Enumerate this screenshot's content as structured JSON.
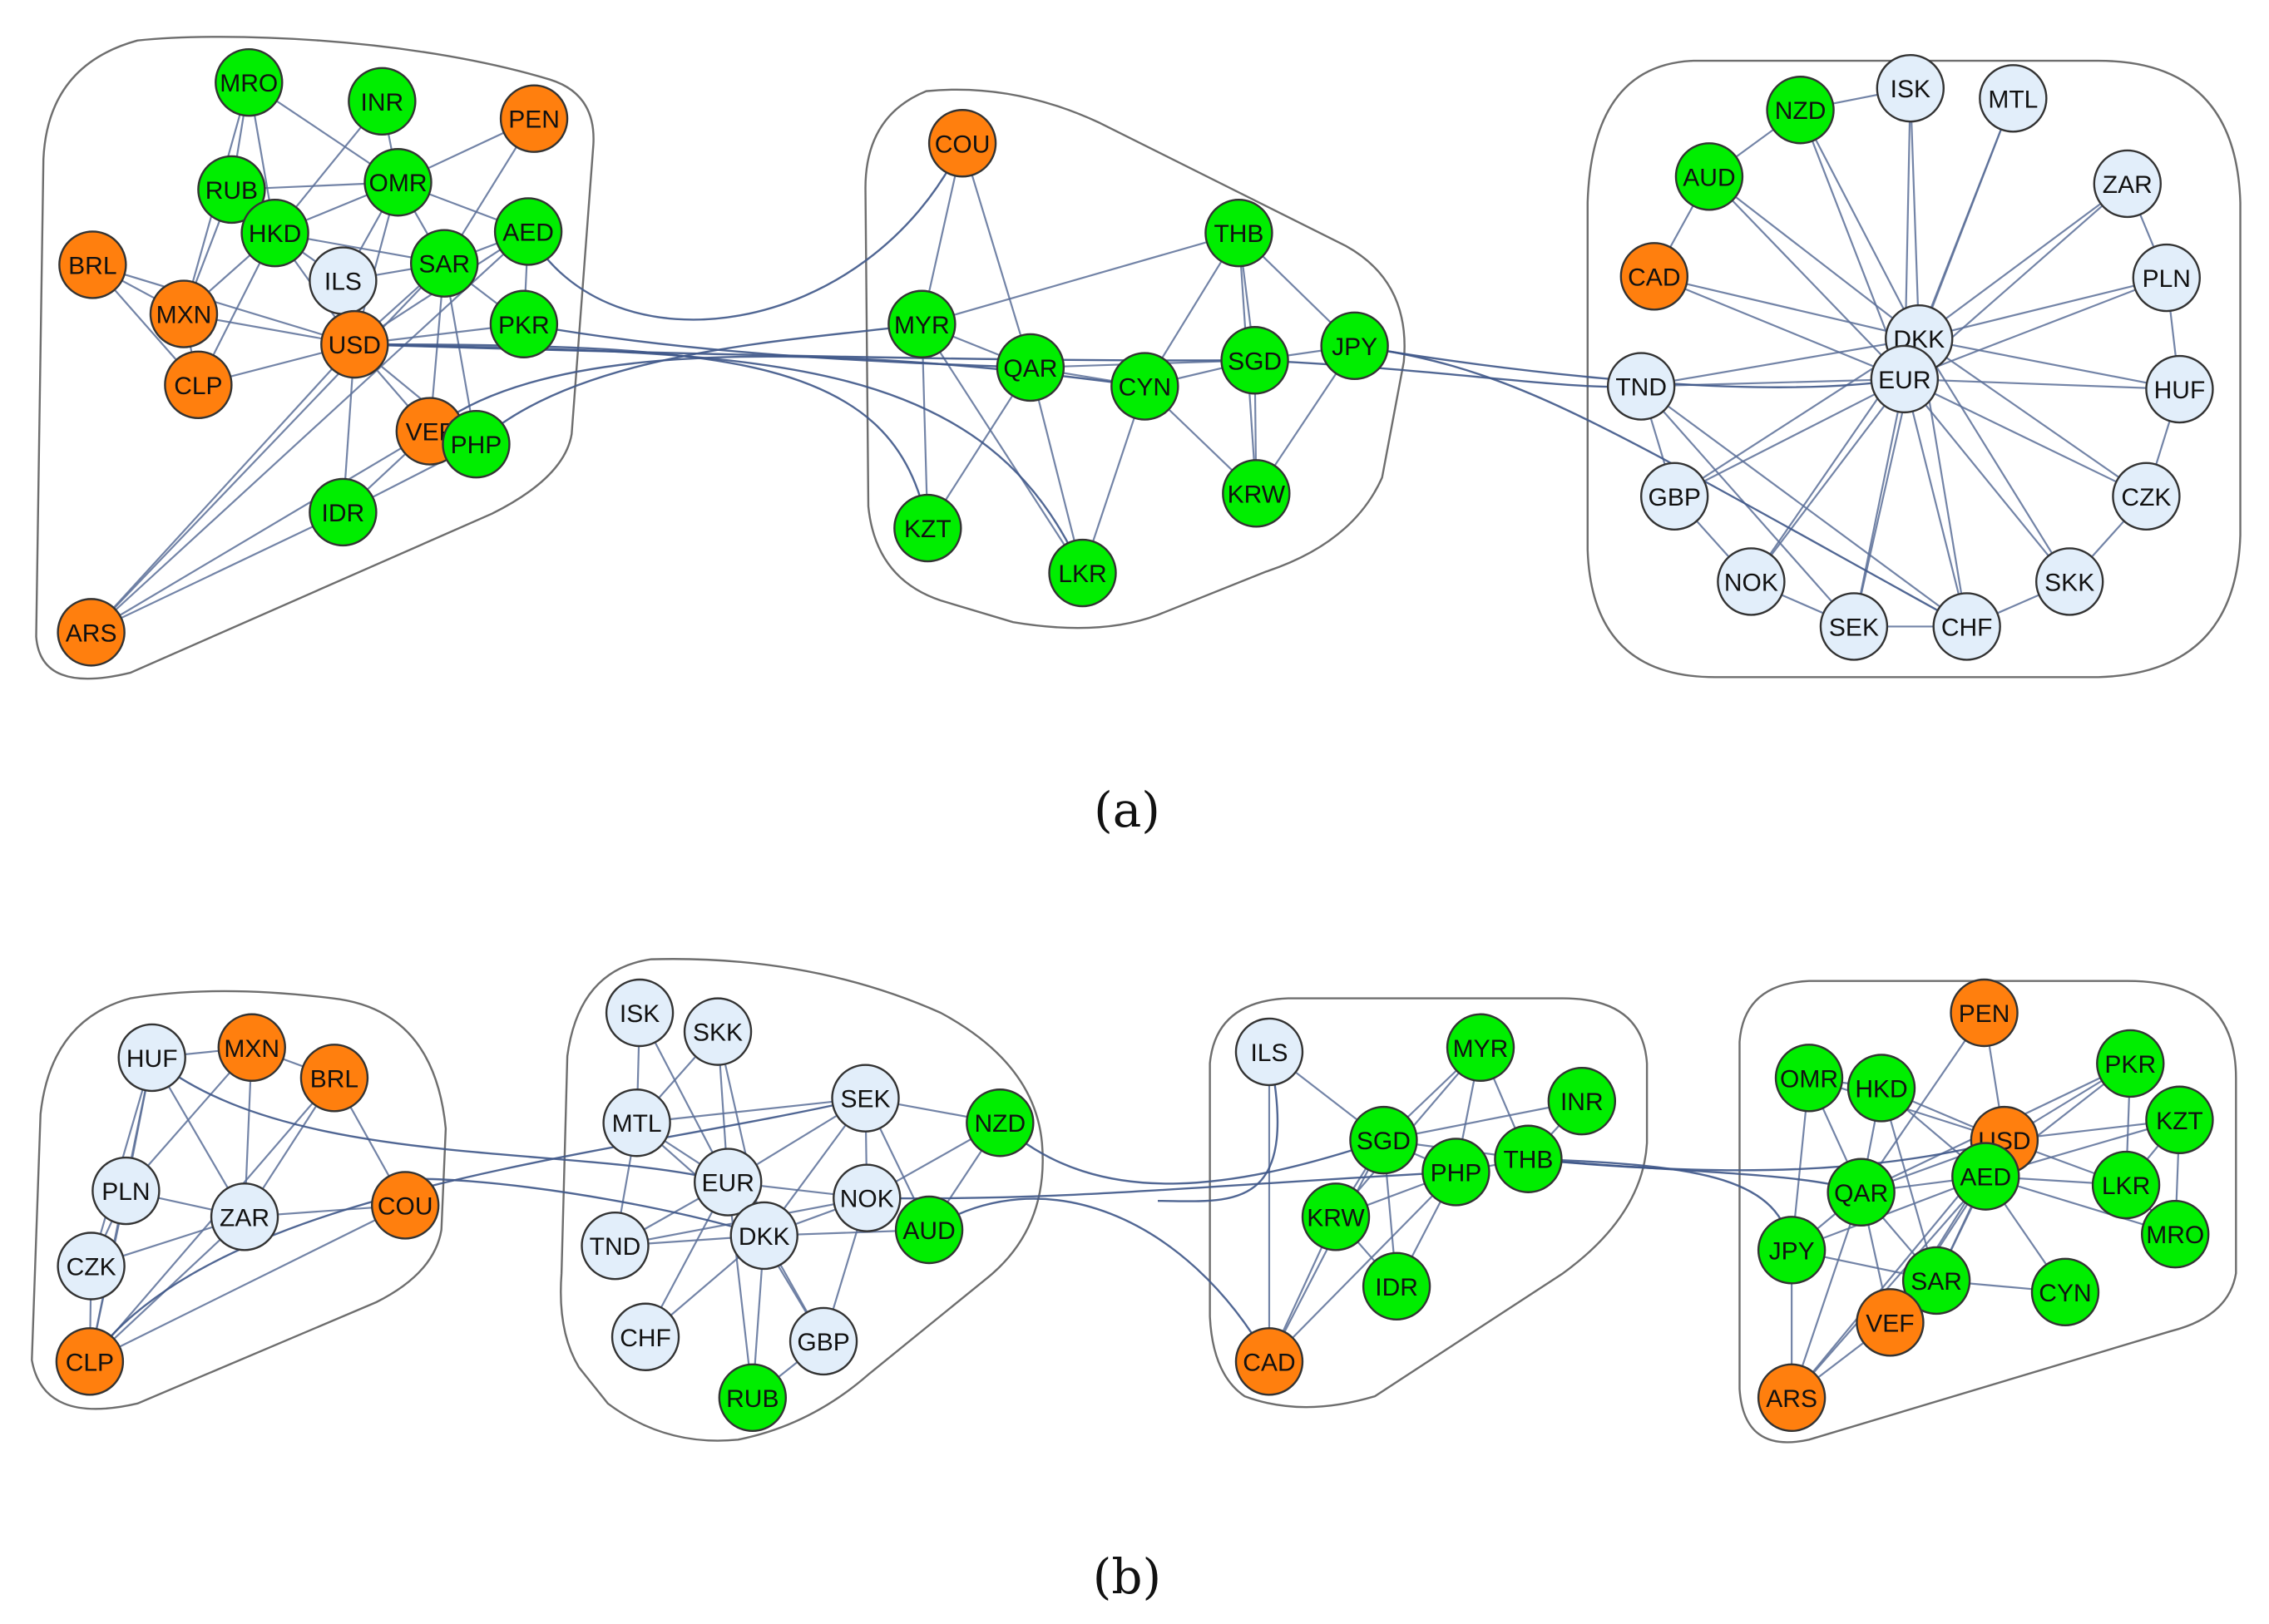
{
  "colors": {
    "orange": "#ff7f0e",
    "green": "#00ee00",
    "lightblue": "#e2eefa",
    "node_stroke": "#333333",
    "edge": "#5a6f98",
    "cluster_stroke": "#6e6e6e"
  },
  "captions": {
    "a": "(a)",
    "b": "(b)"
  },
  "panels": [
    {
      "id": "a",
      "clusters": [
        {
          "nodes": [
            {
              "label": "MRO",
              "c": "green"
            },
            {
              "label": "INR",
              "c": "green"
            },
            {
              "label": "PEN",
              "c": "orange"
            },
            {
              "label": "RUB",
              "c": "green"
            },
            {
              "label": "OMR",
              "c": "green"
            },
            {
              "label": "HKD",
              "c": "green"
            },
            {
              "label": "AED",
              "c": "green"
            },
            {
              "label": "BRL",
              "c": "orange"
            },
            {
              "label": "ILS",
              "c": "lightblue"
            },
            {
              "label": "SAR",
              "c": "green"
            },
            {
              "label": "MXN",
              "c": "orange"
            },
            {
              "label": "PKR",
              "c": "green"
            },
            {
              "label": "USD",
              "c": "orange"
            },
            {
              "label": "CLP",
              "c": "orange"
            },
            {
              "label": "VEF",
              "c": "orange"
            },
            {
              "label": "PHP",
              "c": "green"
            },
            {
              "label": "IDR",
              "c": "green"
            },
            {
              "label": "ARS",
              "c": "orange"
            }
          ]
        },
        {
          "nodes": [
            {
              "label": "COU",
              "c": "orange"
            },
            {
              "label": "THB",
              "c": "green"
            },
            {
              "label": "MYR",
              "c": "green"
            },
            {
              "label": "QAR",
              "c": "green"
            },
            {
              "label": "SGD",
              "c": "green"
            },
            {
              "label": "JPY",
              "c": "green"
            },
            {
              "label": "CYN",
              "c": "green"
            },
            {
              "label": "KRW",
              "c": "green"
            },
            {
              "label": "KZT",
              "c": "green"
            },
            {
              "label": "LKR",
              "c": "green"
            }
          ]
        },
        {
          "nodes": [
            {
              "label": "ISK",
              "c": "lightblue"
            },
            {
              "label": "MTL",
              "c": "lightblue"
            },
            {
              "label": "NZD",
              "c": "green"
            },
            {
              "label": "AUD",
              "c": "green"
            },
            {
              "label": "ZAR",
              "c": "lightblue"
            },
            {
              "label": "CAD",
              "c": "orange"
            },
            {
              "label": "PLN",
              "c": "lightblue"
            },
            {
              "label": "DKK",
              "c": "lightblue"
            },
            {
              "label": "TND",
              "c": "lightblue"
            },
            {
              "label": "EUR",
              "c": "lightblue"
            },
            {
              "label": "HUF",
              "c": "lightblue"
            },
            {
              "label": "GBP",
              "c": "lightblue"
            },
            {
              "label": "CZK",
              "c": "lightblue"
            },
            {
              "label": "NOK",
              "c": "lightblue"
            },
            {
              "label": "SKK",
              "c": "lightblue"
            },
            {
              "label": "SEK",
              "c": "lightblue"
            },
            {
              "label": "CHF",
              "c": "lightblue"
            }
          ]
        }
      ]
    },
    {
      "id": "b",
      "clusters": [
        {
          "nodes": [
            {
              "label": "HUF",
              "c": "lightblue"
            },
            {
              "label": "MXN",
              "c": "orange"
            },
            {
              "label": "BRL",
              "c": "orange"
            },
            {
              "label": "PLN",
              "c": "lightblue"
            },
            {
              "label": "ZAR",
              "c": "lightblue"
            },
            {
              "label": "COU",
              "c": "orange"
            },
            {
              "label": "CZK",
              "c": "lightblue"
            },
            {
              "label": "CLP",
              "c": "orange"
            }
          ]
        },
        {
          "nodes": [
            {
              "label": "ISK",
              "c": "lightblue"
            },
            {
              "label": "SKK",
              "c": "lightblue"
            },
            {
              "label": "SEK",
              "c": "lightblue"
            },
            {
              "label": "MTL",
              "c": "lightblue"
            },
            {
              "label": "NZD",
              "c": "green"
            },
            {
              "label": "EUR",
              "c": "lightblue"
            },
            {
              "label": "NOK",
              "c": "lightblue"
            },
            {
              "label": "DKK",
              "c": "lightblue"
            },
            {
              "label": "AUD",
              "c": "green"
            },
            {
              "label": "TND",
              "c": "lightblue"
            },
            {
              "label": "CHF",
              "c": "lightblue"
            },
            {
              "label": "GBP",
              "c": "lightblue"
            },
            {
              "label": "RUB",
              "c": "green"
            }
          ]
        },
        {
          "nodes": [
            {
              "label": "ILS",
              "c": "lightblue"
            },
            {
              "label": "MYR",
              "c": "green"
            },
            {
              "label": "INR",
              "c": "green"
            },
            {
              "label": "SGD",
              "c": "green"
            },
            {
              "label": "PHP",
              "c": "green"
            },
            {
              "label": "THB",
              "c": "green"
            },
            {
              "label": "KRW",
              "c": "green"
            },
            {
              "label": "IDR",
              "c": "green"
            },
            {
              "label": "CAD",
              "c": "orange"
            }
          ]
        },
        {
          "nodes": [
            {
              "label": "PEN",
              "c": "orange"
            },
            {
              "label": "OMR",
              "c": "green"
            },
            {
              "label": "HKD",
              "c": "green"
            },
            {
              "label": "PKR",
              "c": "green"
            },
            {
              "label": "USD",
              "c": "orange"
            },
            {
              "label": "KZT",
              "c": "green"
            },
            {
              "label": "AED",
              "c": "green"
            },
            {
              "label": "QAR",
              "c": "green"
            },
            {
              "label": "LKR",
              "c": "green"
            },
            {
              "label": "MRO",
              "c": "green"
            },
            {
              "label": "JPY",
              "c": "green"
            },
            {
              "label": "SAR",
              "c": "green"
            },
            {
              "label": "CYN",
              "c": "green"
            },
            {
              "label": "VEF",
              "c": "orange"
            },
            {
              "label": "ARS",
              "c": "orange"
            }
          ]
        }
      ]
    }
  ]
}
